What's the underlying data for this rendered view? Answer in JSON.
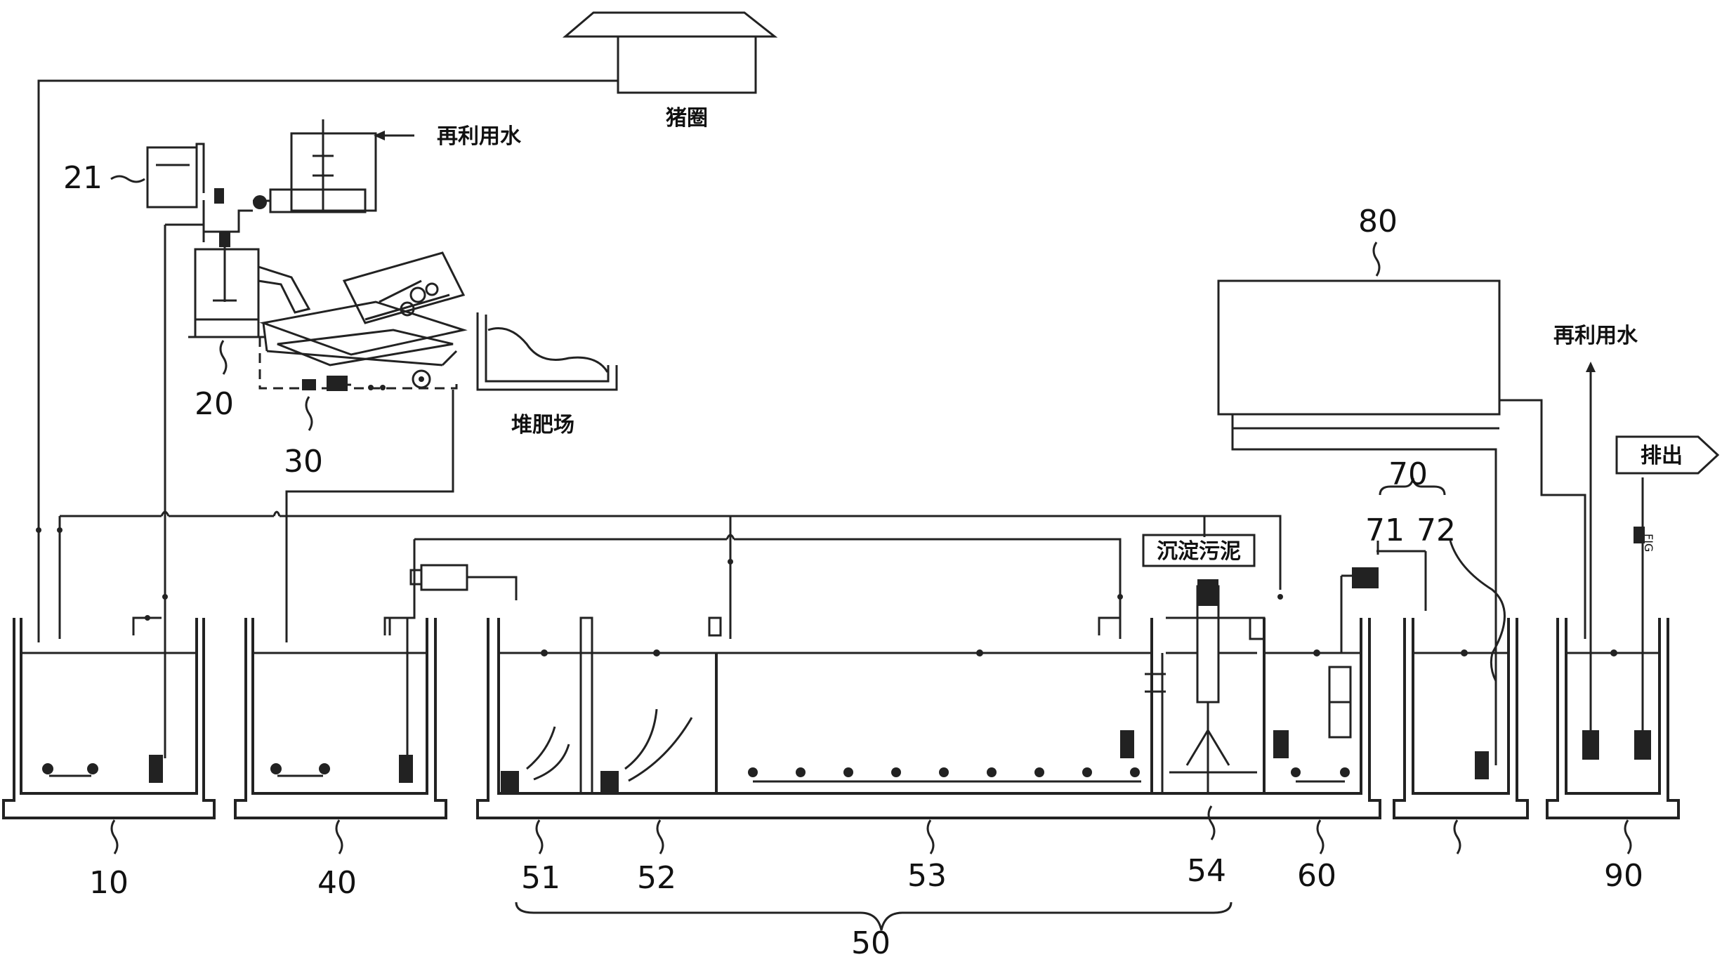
{
  "labels": {
    "pigpen": "猪圈",
    "reuse_water_top": "再利用水",
    "reuse_water_right": "再利用水",
    "compost_yard": "堆肥场",
    "settled_sludge": "沉淀污泥",
    "discharge": "排出",
    "fig_mark": "FIG"
  },
  "reference_numerals": {
    "n10": "10",
    "n20": "20",
    "n21": "21",
    "n30": "30",
    "n40": "40",
    "n50": "50",
    "n51": "51",
    "n52": "52",
    "n53": "53",
    "n54": "54",
    "n60": "60",
    "n70": "70",
    "n71": "71",
    "n72": "72",
    "n80": "80",
    "n90": "90"
  },
  "colors": {
    "line": "#222222",
    "background": "#ffffff"
  }
}
